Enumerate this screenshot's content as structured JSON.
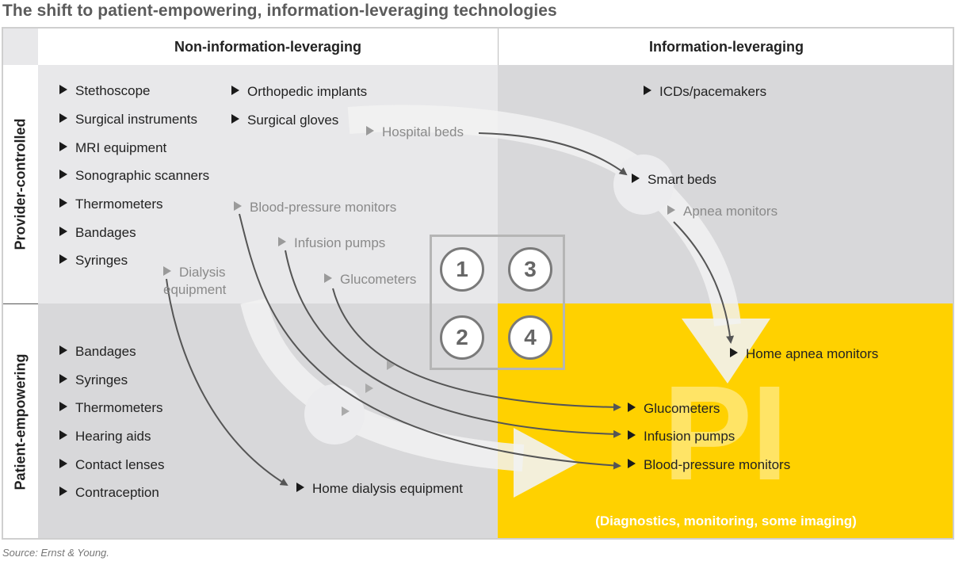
{
  "title": "The shift to patient-empowering, information-leveraging technologies",
  "columns": [
    "Non-information-leveraging",
    "Information-leveraging"
  ],
  "rows": [
    "Provider-controlled",
    "Patient-empowering"
  ],
  "quadrant_numbers": [
    "1",
    "3",
    "2",
    "4"
  ],
  "q1_items": [
    "Stethoscope",
    "Surgical instruments",
    "MRI equipment",
    "Sonographic scanners",
    "Thermometers",
    "Bandages",
    "Syringes"
  ],
  "q1_items_col2": [
    "Orthopedic implants",
    "Surgical gloves"
  ],
  "q1_moving": {
    "hospital_beds": "Hospital beds",
    "bp_monitors": "Blood-pressure monitors",
    "infusion_pumps": "Infusion pumps",
    "glucometers": "Glucometers",
    "dialysis": "Dialysis equipment"
  },
  "q3_items": {
    "icds": "ICDs/pacemakers",
    "smart_beds": "Smart beds",
    "apnea": "Apnea monitors"
  },
  "q2_items": [
    "Bandages",
    "Syringes",
    "Thermometers",
    "Hearing aids",
    "Contact lenses",
    "Contraception"
  ],
  "q2_home_dialysis": "Home dialysis equipment",
  "q4_items": {
    "home_apnea": "Home apnea monitors",
    "glucometers": "Glucometers",
    "infusion_pumps": "Infusion pumps",
    "bp_monitors": "Blood-pressure monitors"
  },
  "pi_label": "PI",
  "pi_caption": "(Diagnostics, monitoring, some imaging)",
  "source": "Source: Ernst & Young.",
  "colors": {
    "yellow": "#ffd100",
    "light_grey": "#e8e8ea",
    "mid_grey": "#d8d8da"
  }
}
